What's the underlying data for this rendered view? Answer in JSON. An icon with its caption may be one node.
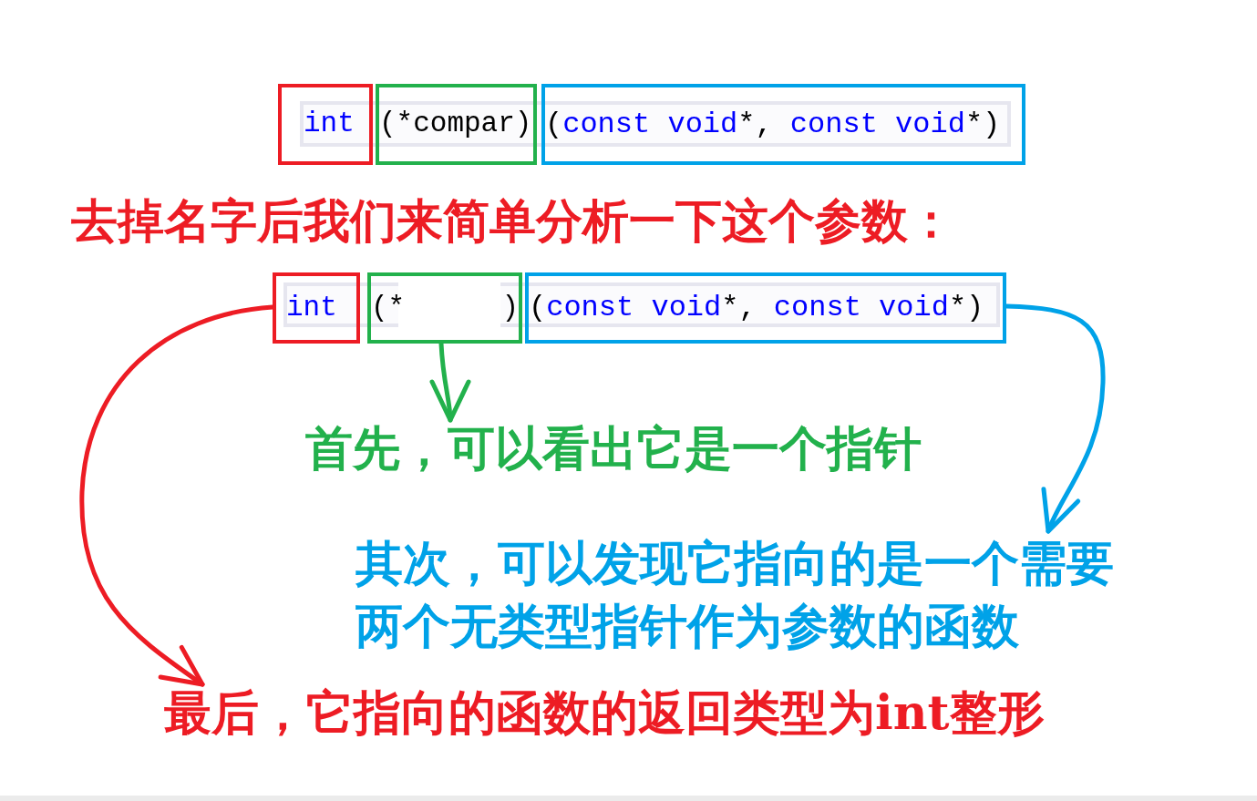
{
  "diagram": {
    "nodes": [
      {
        "text": [
          "int"
        ]
      },
      {
        "text": [
          "(*compar)"
        ]
      },
      {
        "text": [
          "(const void*, const void*)"
        ]
      },
      {
        "text": [
          "int"
        ]
      },
      {
        "text": [
          "(*",
          ")"
        ]
      },
      {
        "text": [
          "(const void*, const void*)"
        ]
      },
      {
        "text": [
          "首先，可以看出它是一个指针"
        ]
      },
      {
        "text": [
          "其次，可以发现它指向的是一个需要两个无类型指针作为参数的函数"
        ]
      },
      {
        "text": [
          "最后，它指向的函数的返回类型为int整形"
        ]
      }
    ],
    "edges": [
      {
        "from": 4,
        "to": 6,
        "arrow": "to",
        "color": "#22b14c"
      },
      {
        "from": 5,
        "to": 7,
        "arrow": "to",
        "color": "#00a2e8"
      },
      {
        "from": 3,
        "to": 8,
        "arrow": "to",
        "color": "#ed1c24"
      }
    ],
    "labels": [
      "去掉名字后我们来简单分析一下这个参数："
    ]
  }
}
